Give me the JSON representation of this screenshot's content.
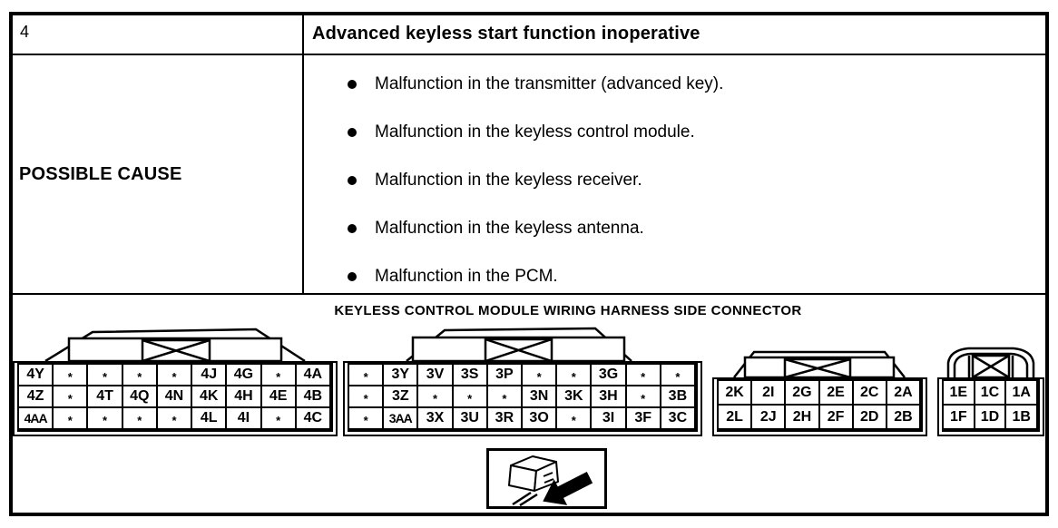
{
  "header": {
    "item_number": "4",
    "title": "Advanced keyless start function inoperative"
  },
  "possible_cause": {
    "label": "POSSIBLE CAUSE",
    "items": [
      "Malfunction in the transmitter (advanced key).",
      "Malfunction in the keyless control module.",
      "Malfunction in the keyless receiver.",
      "Malfunction in the keyless antenna.",
      "Malfunction in the PCM."
    ]
  },
  "diagram": {
    "title": "KEYLESS CONTROL MODULE WIRING HARNESS SIDE CONNECTOR",
    "unused_pin_marker": "*",
    "connectors": [
      {
        "id": "connector-4",
        "rows": [
          [
            "4Y",
            "*",
            "*",
            "*",
            "*",
            "4J",
            "4G",
            "*",
            "4A"
          ],
          [
            "4Z",
            "*",
            "4T",
            "4Q",
            "4N",
            "4K",
            "4H",
            "4E",
            "4B"
          ],
          [
            "4AA",
            "*",
            "*",
            "*",
            "*",
            "4L",
            "4I",
            "*",
            "4C"
          ]
        ]
      },
      {
        "id": "connector-3",
        "rows": [
          [
            "*",
            "3Y",
            "3V",
            "3S",
            "3P",
            "*",
            "*",
            "3G",
            "*",
            "*"
          ],
          [
            "*",
            "3Z",
            "*",
            "*",
            "*",
            "3N",
            "3K",
            "3H",
            "*",
            "3B"
          ],
          [
            "*",
            "3AA",
            "3X",
            "3U",
            "3R",
            "3O",
            "*",
            "3I",
            "3F",
            "3C"
          ]
        ]
      },
      {
        "id": "connector-2",
        "rows": [
          [
            "2K",
            "2I",
            "2G",
            "2E",
            "2C",
            "2A"
          ],
          [
            "2L",
            "2J",
            "2H",
            "2F",
            "2D",
            "2B"
          ]
        ]
      },
      {
        "id": "connector-1",
        "rows": [
          [
            "1E",
            "1C",
            "1A"
          ],
          [
            "1F",
            "1D",
            "1B"
          ]
        ]
      }
    ]
  }
}
